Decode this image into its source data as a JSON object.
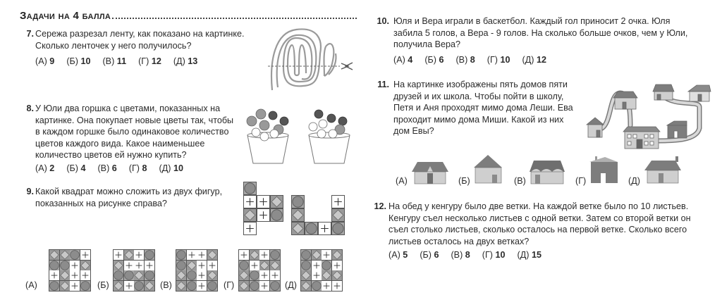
{
  "section_title": "Задачи на 4 балла",
  "questions": [
    {
      "number": "7.",
      "text_lines": [
        "Сережа разрезал ленту, как показано на картинке.",
        "Сколько ленточек у него получилось?"
      ],
      "answers": [
        {
          "label": "(А)",
          "value": "9"
        },
        {
          "label": "(Б)",
          "value": "10"
        },
        {
          "label": "(В)",
          "value": "11"
        },
        {
          "label": "(Г)",
          "value": "12"
        },
        {
          "label": "(Д)",
          "value": "13"
        }
      ],
      "figure": "ribbon-scissors-icon"
    },
    {
      "number": "8.",
      "text_lines": [
        "У Юли два горшка с цветами, показанных на",
        "картинке. Она покупает новые цветы так, чтобы",
        "в каждом горшке было одинаковое количество",
        "цветов каждого вида. Какое наименьшее",
        "количество цветов ей нужно купить?"
      ],
      "answers": [
        {
          "label": "(А)",
          "value": "2"
        },
        {
          "label": "(Б)",
          "value": "4"
        },
        {
          "label": "(В)",
          "value": "6"
        },
        {
          "label": "(Г)",
          "value": "8"
        },
        {
          "label": "(Д)",
          "value": "10"
        }
      ],
      "figure": "flower-pots"
    },
    {
      "number": "9.",
      "text_lines": [
        "Какой квадрат можно сложить из двух фигур,",
        "показанных на рисунке справа?"
      ],
      "pieces": {
        "piece1": [
          [
            "C",
            null,
            null
          ],
          [
            "P",
            "P",
            "D"
          ],
          [
            "D",
            "P",
            "C"
          ],
          [
            "P",
            null,
            null
          ]
        ],
        "piece2": [
          [
            "C",
            null,
            null,
            "P"
          ],
          [
            "D",
            null,
            null,
            "D"
          ],
          [
            "D",
            "C",
            "P",
            "C"
          ]
        ]
      },
      "options": [
        {
          "label": "(А)",
          "grid": [
            [
              "D",
              "D",
              "C",
              "P"
            ],
            [
              "C",
              "C",
              "P",
              "D"
            ],
            [
              "P",
              "D",
              "P",
              "P"
            ],
            [
              "C",
              "D",
              "P",
              "C"
            ]
          ]
        },
        {
          "label": "(Б)",
          "grid": [
            [
              "P",
              "D",
              "P",
              "C"
            ],
            [
              "D",
              "P",
              "P",
              "P"
            ],
            [
              "C",
              "C",
              "D",
              "C"
            ],
            [
              "D",
              "P",
              "C",
              "D"
            ]
          ]
        },
        {
          "label": "(В)",
          "grid": [
            [
              "C",
              "P",
              "P",
              "D"
            ],
            [
              "C",
              "D",
              "P",
              "P"
            ],
            [
              "D",
              "C",
              "P",
              "D"
            ],
            [
              "D",
              "C",
              "P",
              "C"
            ]
          ]
        },
        {
          "label": "(Г)",
          "grid": [
            [
              "P",
              "D",
              "P",
              "C"
            ],
            [
              "C",
              "P",
              "D",
              "D"
            ],
            [
              "D",
              "C",
              "P",
              "P"
            ],
            [
              "D",
              "C",
              "P",
              "C"
            ]
          ]
        },
        {
          "label": "(Д)",
          "grid": [
            [
              "C",
              "D",
              "P",
              "D"
            ],
            [
              "C",
              "P",
              "C",
              "P"
            ],
            [
              "D",
              "P",
              "D",
              "D"
            ],
            [
              "D",
              "C",
              "P",
              "P"
            ]
          ]
        }
      ],
      "legend": {
        "C": "circle",
        "D": "diamond",
        "P": "plus"
      }
    },
    {
      "number": "10.",
      "text_lines": [
        "Юля и Вера  играли в баскетбол. Каждый гол приносит 2 очка. Юля",
        "забила 5 голов, а Вера - 9 голов. На сколько больше очков, чем у Юли,",
        "получила Вера?"
      ],
      "answers": [
        {
          "label": "(А)",
          "value": "4"
        },
        {
          "label": "(Б)",
          "value": "6"
        },
        {
          "label": "(В)",
          "value": "8"
        },
        {
          "label": "(Г)",
          "value": "10"
        },
        {
          "label": "(Д)",
          "value": "12"
        }
      ]
    },
    {
      "number": "11.",
      "text_lines": [
        "На картинке изображены пять домов пяти",
        "друзей и их школа. Чтобы пойти в школу,",
        "Петя и Аня проходят мимо дома Леши. Ева",
        "проходит мимо дома Миши. Какой из них",
        "дом Евы?"
      ],
      "options": [
        {
          "label": "(А)",
          "house": "house-a-icon"
        },
        {
          "label": "(Б)",
          "house": "house-b-icon"
        },
        {
          "label": "(В)",
          "house": "house-v-icon"
        },
        {
          "label": "(Г)",
          "house": "house-g-icon"
        },
        {
          "label": "(Д)",
          "house": "house-d-icon"
        }
      ],
      "figure": "village-map"
    },
    {
      "number": "12.",
      "text_lines": [
        "На обед у кенгуру было две ветки. На каждой ветке было по 10 листьев.",
        "Кенгуру съел несколько листьев с одной ветки. Затем со второй ветки он",
        "съел столько листьев, сколько осталось на первой ветке. Сколько всего",
        "листьев осталось на двух ветках?"
      ],
      "answers": [
        {
          "label": "(А)",
          "value": "5"
        },
        {
          "label": "(Б)",
          "value": "6"
        },
        {
          "label": "(В)",
          "value": "8"
        },
        {
          "label": "(Г)",
          "value": "10"
        },
        {
          "label": "(Д)",
          "value": "15"
        }
      ]
    }
  ],
  "colors": {
    "text": "#2b2b2b",
    "tile_gray": "#9a9a9a",
    "shape_gray": "#8c8c8c",
    "roof": "#7d7d7d",
    "wall": "#cfcfcf"
  }
}
